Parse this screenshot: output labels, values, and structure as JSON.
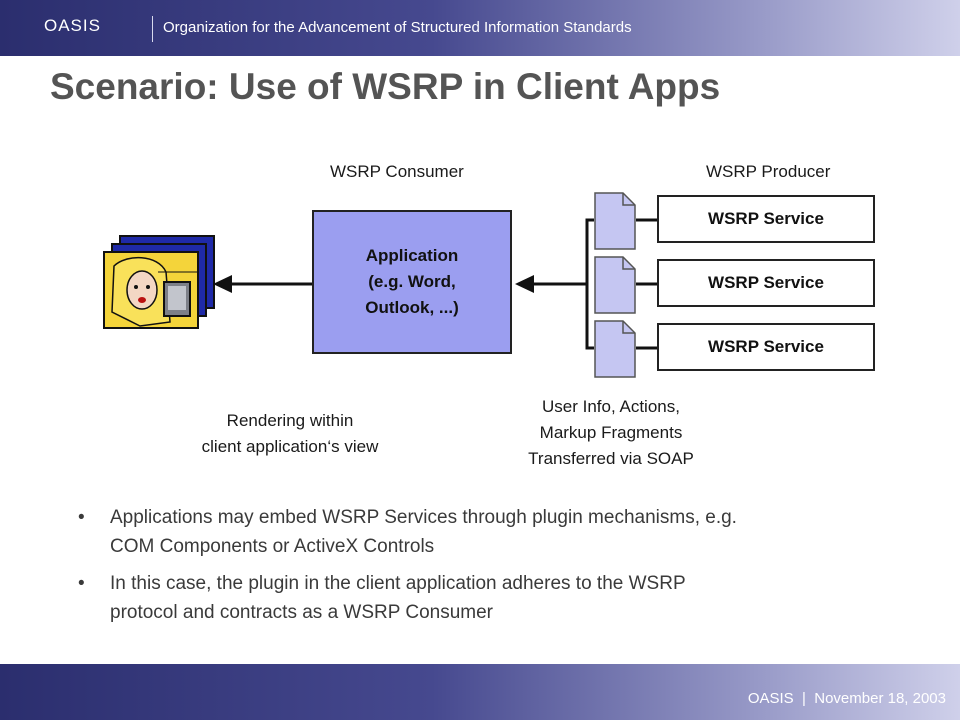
{
  "header": {
    "logo": "OASIS",
    "org_name": "Organization for the Advancement of Structured Information Standards"
  },
  "slide": {
    "title": "Scenario: Use of WSRP in Client Apps"
  },
  "diagram": {
    "consumer_label": "WSRP Consumer",
    "producer_label": "WSRP Producer",
    "app_box": [
      "Application",
      "(e.g. Word,",
      "Outlook, ...)"
    ],
    "services": [
      "WSRP Service",
      "WSRP Service",
      "WSRP Service"
    ],
    "rendering_caption": [
      "Rendering within",
      "client application‘s view"
    ],
    "transfer_caption": [
      "User Info, Actions,",
      "Markup Fragments",
      "Transferred via SOAP"
    ]
  },
  "bullets": [
    "Applications may embed WSRP Services through plugin mechanisms, e.g. COM Components or ActiveX Controls",
    "In this case, the plugin in the client application adheres to the WSRP protocol and contracts as a WSRP Consumer"
  ],
  "footer": {
    "text": "OASIS  |  November 18, 2003"
  },
  "colors": {
    "app_box": "#9b9ef0",
    "document": "#c5c6f2",
    "header_dark": "#2b2e6e"
  }
}
